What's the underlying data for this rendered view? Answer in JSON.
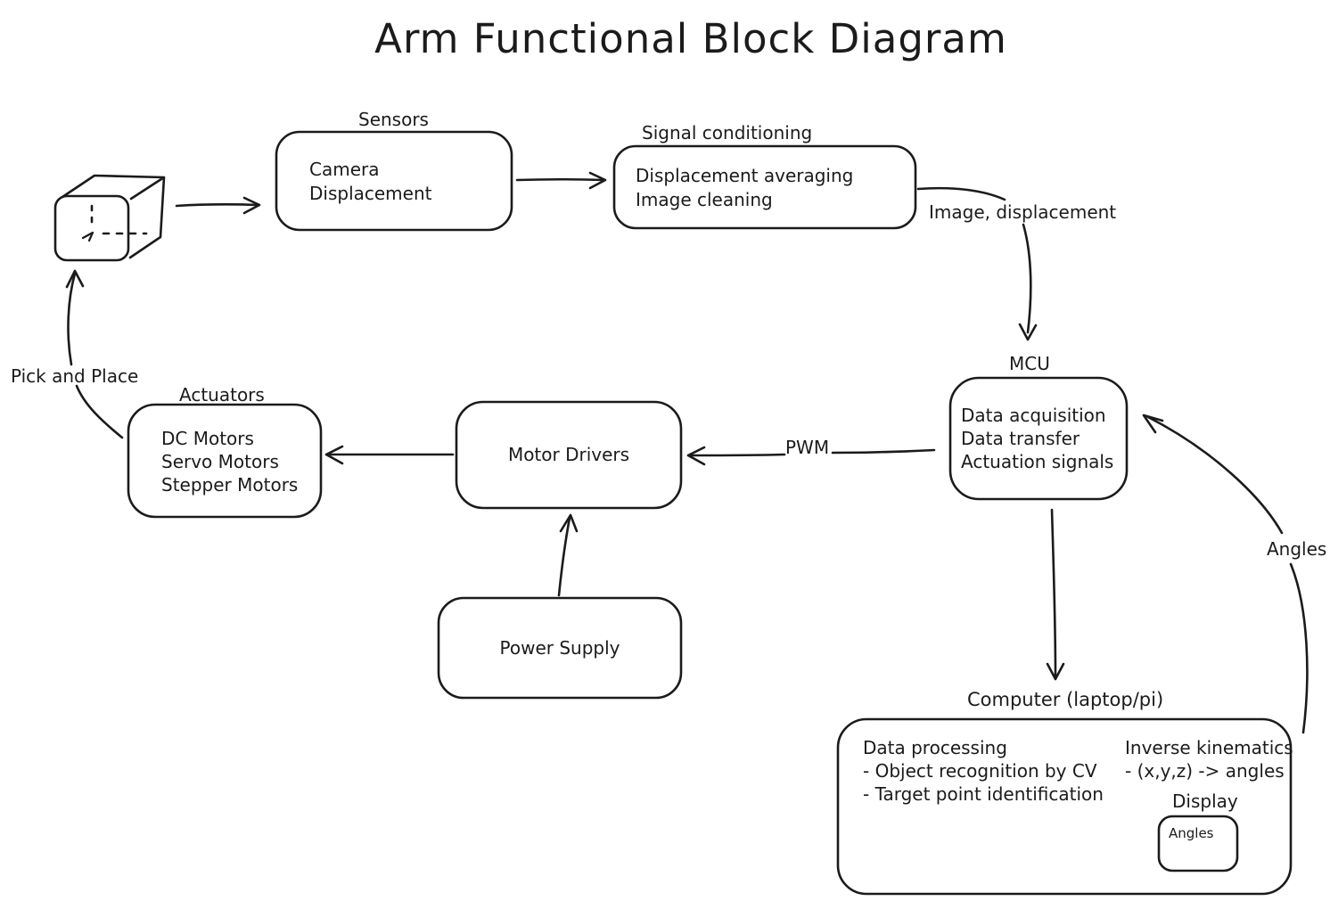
{
  "title": "Arm Functional Block Diagram",
  "colors": {
    "stroke": "#1b1b1b",
    "background": "#ffffff"
  },
  "nodes": {
    "workpiece": {
      "icon": "cube-icon"
    },
    "sensors": {
      "label": "Sensors",
      "content": "Camera\nDisplacement"
    },
    "signal_conditioning": {
      "label": "Signal conditioning",
      "content": "Displacement averaging\nImage cleaning"
    },
    "mcu": {
      "label": "MCU",
      "content": "Data acquisition\nData transfer\nActuation signals"
    },
    "actuators": {
      "label": "Actuators",
      "content": "DC Motors\nServo Motors\nStepper Motors"
    },
    "motor_drivers": {
      "label": "Motor Drivers"
    },
    "power_supply": {
      "label": "Power Supply"
    },
    "computer": {
      "label": "Computer (laptop/pi)",
      "data_processing": "Data processing\n- Object recognition by CV\n- Target point identification",
      "inverse_kinematics": "Inverse kinematics\n- (x,y,z) -> angles",
      "display": {
        "label": "Display",
        "content": "Angles"
      }
    }
  },
  "edge_labels": {
    "image_displacement": "Image, displacement",
    "pwm": "PWM",
    "pick_and_place": "Pick and Place",
    "angles": "Angles"
  }
}
